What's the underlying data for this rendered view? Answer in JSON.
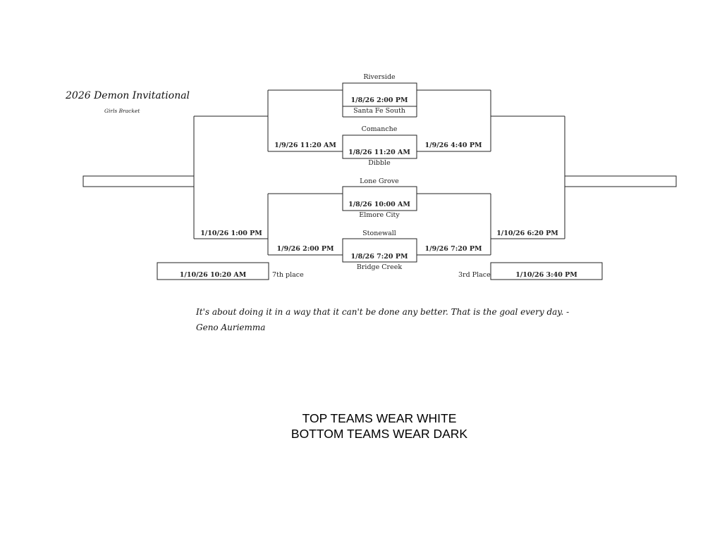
{
  "header": {
    "title": "2026 Demon Invitational",
    "subtitle": "Girls Bracket"
  },
  "bracket": {
    "teams": {
      "riverside": "Riverside",
      "santa_fe_south": "Santa Fe South",
      "comanche": "Comanche",
      "dibble": "Dibble",
      "lone_grove": "Lone Grove",
      "elmore_city": "Elmore City",
      "stonewall": "Stonewall",
      "bridge_creek": "Bridge Creek"
    },
    "round1": {
      "game1": "1/8/26 2:00 PM",
      "game2": "1/8/26 11:20 AM",
      "game3": "1/8/26 10:00 AM",
      "game4": "1/8/26 7:20 PM"
    },
    "consolation": {
      "top": "1/9/26 11:20 AM",
      "bottom": "1/9/26 2:00 PM",
      "final": "1/10/26 1:00 PM"
    },
    "winners": {
      "top": "1/9/26 4:40 PM",
      "bottom": "1/9/26 7:20 PM",
      "final": "1/10/26 6:20 PM"
    },
    "seventh_place": {
      "label": "7th place",
      "time": "1/10/26 10:20 AM"
    },
    "third_place": {
      "label": "3rd Place",
      "time": "1/10/26 3:40 PM"
    }
  },
  "quote": "It's about doing it in a way that it can't be done any better. That is the goal every day.  - Geno Auriemma",
  "notice": {
    "line1": "TOP TEAMS WEAR WHITE",
    "line2": "BOTTOM TEAMS WEAR DARK"
  }
}
